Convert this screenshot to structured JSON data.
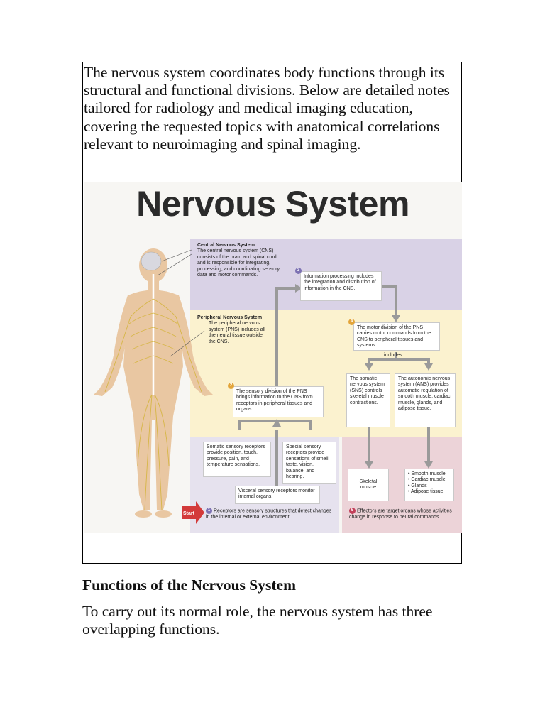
{
  "intro": "The nervous system coordinates body functions through its structural and functional divisions. Below are detailed notes tailored for radiology and medical imaging education, covering the requested topics with anatomical correlations relevant to neuroimaging and spinal imaging.",
  "figure": {
    "title": "Nervous System",
    "cns_title": "Central Nervous System",
    "cns_text": "The central nervous system (CNS) consists of the brain and spinal cord and is responsible for integrating, processing, and coordinating sensory data and motor commands.",
    "pns_title": "Peripheral Nervous System",
    "pns_text": "The peripheral nervous system (PNS) includes all the neural tissue outside the CNS.",
    "step3_num": "3",
    "step3_text": "Information processing includes the integration and distribution of information in the CNS.",
    "step4_num": "4",
    "step4_text": "The motor division of the PNS carries motor commands from the CNS to peripheral tissues and systems.",
    "includes": "includes",
    "somatic_ns": "The somatic nervous system (SNS) controls skeletal muscle contractions.",
    "autonomic_ns": "The autonomic nervous system (ANS) provides automatic regulation of smooth muscle, cardiac muscle, glands, and adipose tissue.",
    "step2_num": "2",
    "step2_text": "The sensory division of the PNS brings information to the CNS from receptors in peripheral tissues and organs.",
    "somatic_receptors": "Somatic sensory receptors provide position, touch, pressure, pain, and temperature sensations.",
    "special_receptors": "Special sensory receptors provide sensations of smell, taste, vision, balance, and hearing.",
    "visceral_receptors": "Visceral sensory receptors monitor internal organs.",
    "skeletal_muscle": "Skeletal muscle",
    "effector_list": [
      "• Smooth muscle",
      "• Cardiac muscle",
      "• Glands",
      "• Adipose tissue"
    ],
    "start_label": "Start",
    "step1_num": "1",
    "step1_text": "Receptors are sensory structures that detect changes in the internal or external environment.",
    "step5_num": "5",
    "step5_text": "Effectors are target organs whose activities change in response to neural commands.",
    "colors": {
      "cns_bg": "#d9d2e6",
      "pns_bg": "#fbf2cf",
      "receptor_bg": "#e6e2ee",
      "effector_bg": "#ecd3d8",
      "arrow": "#9a9a9a",
      "num_purple": "#7d72b3",
      "num_orange": "#e3a53a",
      "num_red": "#c2405a",
      "start_red": "#d33a3a",
      "skin": "#e9c7a2",
      "nerve": "#d6b646"
    }
  },
  "section_heading": "Functions of the Nervous System",
  "section_text": "To carry out its normal role, the nervous system has three overlapping functions."
}
